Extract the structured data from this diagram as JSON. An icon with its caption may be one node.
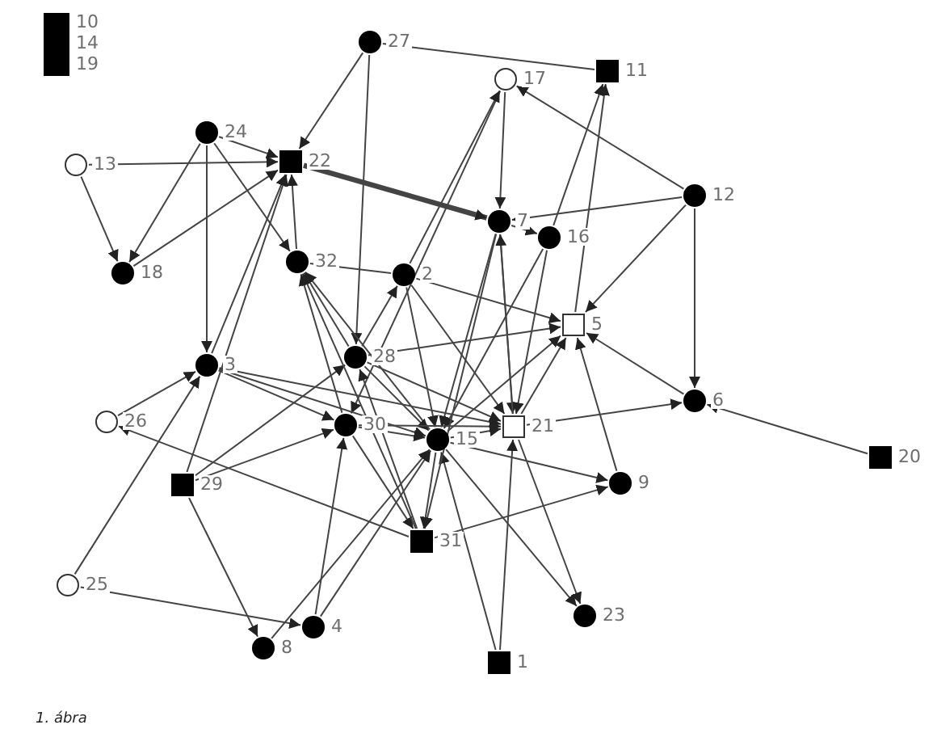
{
  "diagram": {
    "caption": "1. ábra",
    "nodes": [
      {
        "text": [],
        "shape": "square",
        "beside": [
          "10"
        ]
      },
      {
        "text": [],
        "shape": "square",
        "beside": [
          "14"
        ]
      },
      {
        "text": [],
        "shape": "square",
        "beside": [
          "19"
        ]
      },
      {
        "text": [],
        "shape": "dot",
        "beside": [
          "27"
        ]
      },
      {
        "text": [],
        "shape": "circle",
        "beside": [
          "17"
        ]
      },
      {
        "text": [],
        "shape": "square",
        "beside": [
          "11"
        ]
      },
      {
        "text": [],
        "shape": "dot",
        "beside": [
          "24"
        ]
      },
      {
        "text": [],
        "shape": "circle",
        "beside": [
          "13"
        ]
      },
      {
        "text": [],
        "shape": "square",
        "beside": [
          "22"
        ]
      },
      {
        "text": [],
        "shape": "dot",
        "beside": [
          "12"
        ]
      },
      {
        "text": [],
        "shape": "dot",
        "beside": [
          "7"
        ]
      },
      {
        "text": [],
        "shape": "dot",
        "beside": [
          "16"
        ]
      },
      {
        "text": [],
        "shape": "dot",
        "beside": [
          "32"
        ]
      },
      {
        "text": [],
        "shape": "dot",
        "beside": [
          "18"
        ]
      },
      {
        "text": [],
        "shape": "dot",
        "beside": [
          "2"
        ]
      },
      {
        "text": [],
        "shape": "box",
        "beside": [
          "5"
        ]
      },
      {
        "text": [],
        "shape": "dot",
        "beside": [
          "28"
        ]
      },
      {
        "text": [],
        "shape": "dot",
        "beside": [
          "3"
        ]
      },
      {
        "text": [],
        "shape": "dot",
        "beside": [
          "6"
        ]
      },
      {
        "text": [],
        "shape": "circle",
        "beside": [
          "26"
        ]
      },
      {
        "text": [],
        "shape": "dot",
        "beside": [
          "30"
        ]
      },
      {
        "text": [],
        "shape": "box",
        "beside": [
          "21"
        ]
      },
      {
        "text": [],
        "shape": "dot",
        "beside": [
          "15"
        ]
      },
      {
        "text": [],
        "shape": "square",
        "beside": [
          "20"
        ]
      },
      {
        "text": [],
        "shape": "square",
        "beside": [
          "29"
        ]
      },
      {
        "text": [],
        "shape": "dot",
        "beside": [
          "9"
        ]
      },
      {
        "text": [],
        "shape": "square",
        "beside": [
          "31"
        ]
      },
      {
        "text": [],
        "shape": "circle",
        "beside": [
          "25"
        ]
      },
      {
        "text": [],
        "shape": "dot",
        "beside": [
          "23"
        ]
      },
      {
        "text": [],
        "shape": "dot",
        "beside": [
          "4"
        ]
      },
      {
        "text": [],
        "shape": "dot",
        "beside": [
          "8"
        ]
      },
      {
        "text": [],
        "shape": "square",
        "beside": [
          "1"
        ]
      }
    ],
    "edges": [
      {
        "from": 3,
        "to": 8,
        "arrow": "to"
      },
      {
        "from": 3,
        "to": 5,
        "arrow": "none"
      },
      {
        "from": 3,
        "to": 16,
        "arrow": "to"
      },
      {
        "from": 7,
        "to": 8,
        "arrow": "to"
      },
      {
        "from": 7,
        "to": 13,
        "arrow": "to"
      },
      {
        "from": 6,
        "to": 8,
        "arrow": "to"
      },
      {
        "from": 6,
        "to": 13,
        "arrow": "to"
      },
      {
        "from": 6,
        "to": 17,
        "arrow": "to"
      },
      {
        "from": 6,
        "to": 12,
        "arrow": "to"
      },
      {
        "from": 13,
        "to": 8,
        "arrow": "to"
      },
      {
        "from": 17,
        "to": 8,
        "arrow": "to"
      },
      {
        "from": 8,
        "to": 10,
        "arrow": "to",
        "style": "thick"
      },
      {
        "from": 4,
        "to": 10,
        "arrow": "to"
      },
      {
        "from": 4,
        "to": 20,
        "arrow": "to"
      },
      {
        "from": 14,
        "to": 4,
        "arrow": "to"
      },
      {
        "from": 9,
        "to": 4,
        "arrow": "to"
      },
      {
        "from": 9,
        "to": 10,
        "arrow": "to"
      },
      {
        "from": 9,
        "to": 15,
        "arrow": "to"
      },
      {
        "from": 9,
        "to": 18,
        "arrow": "to"
      },
      {
        "from": 11,
        "to": 5,
        "arrow": "to"
      },
      {
        "from": 15,
        "to": 5,
        "arrow": "to"
      },
      {
        "from": 10,
        "to": 11,
        "arrow": "to"
      },
      {
        "from": 12,
        "to": 8,
        "arrow": "to"
      },
      {
        "from": 12,
        "to": 14,
        "arrow": "none"
      },
      {
        "from": 16,
        "to": 12,
        "arrow": "to"
      },
      {
        "from": 20,
        "to": 12,
        "arrow": "to"
      },
      {
        "from": 22,
        "to": 12,
        "arrow": "to"
      },
      {
        "from": 17,
        "to": 20,
        "arrow": "to"
      },
      {
        "from": 17,
        "to": 22,
        "arrow": "to"
      },
      {
        "from": 17,
        "to": 21,
        "arrow": "to"
      },
      {
        "from": 19,
        "to": 17,
        "arrow": "to"
      },
      {
        "from": 27,
        "to": 17,
        "arrow": "to"
      },
      {
        "from": 26,
        "to": 19,
        "arrow": "to"
      },
      {
        "from": 24,
        "to": 20,
        "arrow": "to"
      },
      {
        "from": 24,
        "to": 16,
        "arrow": "to"
      },
      {
        "from": 24,
        "to": 30,
        "arrow": "to"
      },
      {
        "from": 24,
        "to": 8,
        "arrow": "to"
      },
      {
        "from": 27,
        "to": 29,
        "arrow": "to"
      },
      {
        "from": 29,
        "to": 20,
        "arrow": "to"
      },
      {
        "from": 29,
        "to": 22,
        "arrow": "to"
      },
      {
        "from": 30,
        "to": 22,
        "arrow": "to"
      },
      {
        "from": 16,
        "to": 14,
        "arrow": "to"
      },
      {
        "from": 14,
        "to": 15,
        "arrow": "to"
      },
      {
        "from": 14,
        "to": 21,
        "arrow": "to"
      },
      {
        "from": 14,
        "to": 22,
        "arrow": "to"
      },
      {
        "from": 16,
        "to": 15,
        "arrow": "to"
      },
      {
        "from": 16,
        "to": 22,
        "arrow": "to"
      },
      {
        "from": 16,
        "to": 21,
        "arrow": "to"
      },
      {
        "from": 20,
        "to": 22,
        "arrow": "to"
      },
      {
        "from": 20,
        "to": 26,
        "arrow": "to"
      },
      {
        "from": 22,
        "to": 26,
        "arrow": "to"
      },
      {
        "from": 22,
        "to": 25,
        "arrow": "to"
      },
      {
        "from": 22,
        "to": 28,
        "arrow": "to"
      },
      {
        "from": 22,
        "to": 21,
        "arrow": "to"
      },
      {
        "from": 26,
        "to": 25,
        "arrow": "to"
      },
      {
        "from": 26,
        "to": 16,
        "arrow": "to"
      },
      {
        "from": 31,
        "to": 21,
        "arrow": "to"
      },
      {
        "from": 31,
        "to": 22,
        "arrow": "to"
      },
      {
        "from": 21,
        "to": 28,
        "arrow": "to"
      },
      {
        "from": 21,
        "to": 18,
        "arrow": "to"
      },
      {
        "from": 18,
        "to": 15,
        "arrow": "to"
      },
      {
        "from": 23,
        "to": 18,
        "arrow": "to"
      },
      {
        "from": 21,
        "to": 15,
        "arrow": "to"
      },
      {
        "from": 22,
        "to": 15,
        "arrow": "to"
      },
      {
        "from": 25,
        "to": 15,
        "arrow": "to"
      },
      {
        "from": 10,
        "to": 21,
        "arrow": "to"
      },
      {
        "from": 10,
        "to": 22,
        "arrow": "to"
      },
      {
        "from": 11,
        "to": 21,
        "arrow": "to"
      },
      {
        "from": 11,
        "to": 22,
        "arrow": "to"
      },
      {
        "from": 10,
        "to": 26,
        "arrow": "to"
      },
      {
        "from": 21,
        "to": 10,
        "arrow": "to"
      },
      {
        "from": 20,
        "to": 21,
        "arrow": "to"
      },
      {
        "from": 26,
        "to": 12,
        "arrow": "to"
      }
    ]
  }
}
